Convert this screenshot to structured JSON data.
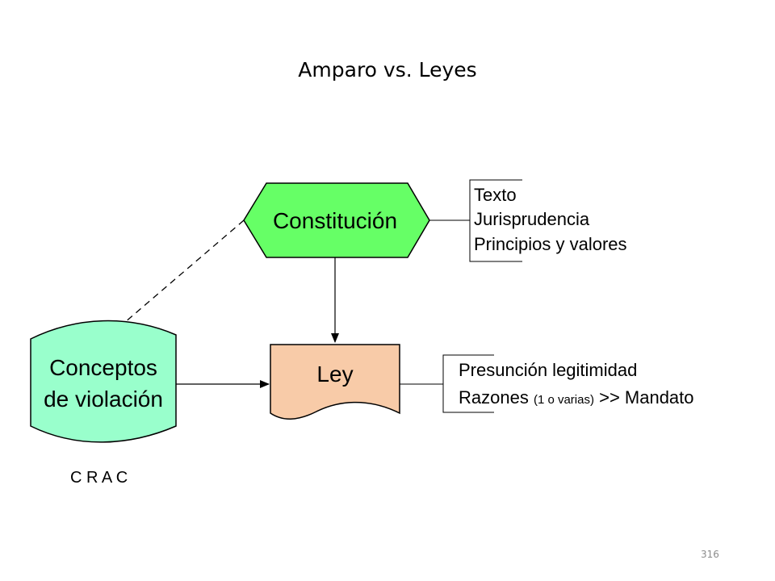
{
  "slide": {
    "title": "Amparo vs. Leyes",
    "page_number": "316"
  },
  "nodes": {
    "constitucion": {
      "label": "Constitución",
      "fill": "#66ff66"
    },
    "ley": {
      "label": "Ley",
      "fill": "#f8cba8"
    },
    "conceptos": {
      "line1": "Conceptos",
      "line2": "de violación",
      "fill": "#99ffcc"
    }
  },
  "annotations": {
    "constitucion_items": [
      "Texto",
      "Jurisprudencia",
      "Principios y valores"
    ],
    "ley_line1": "Presunción legitimidad",
    "ley_line2_main": "Razones ",
    "ley_line2_small": "(1 o varias)",
    "ley_line2_end": " >> Mandato",
    "crac": "C R A C"
  },
  "colors": {
    "stroke": "#000000"
  }
}
